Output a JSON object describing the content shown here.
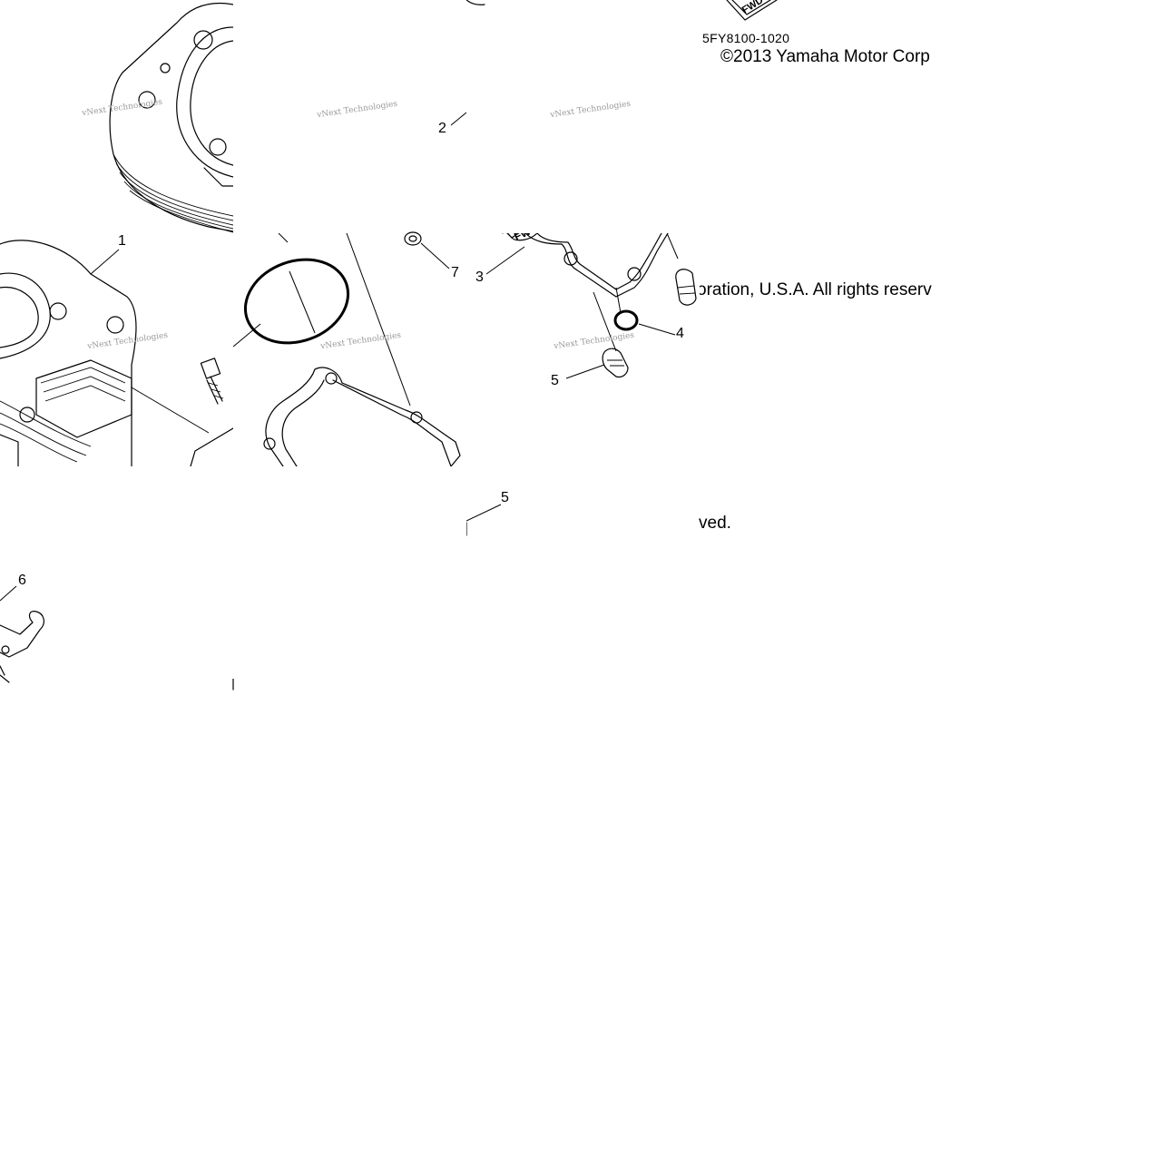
{
  "diagram": {
    "part_code": "5FY8100-1020",
    "copyright_line1": "©2013 Yamaha Motor Corp",
    "copyright_line2": "oration, U.S.A. All rights reserv",
    "copyright_line3": "ved.",
    "fwd_label_top": "FWD",
    "fwd_label_gasket": "FWD",
    "watermark": "vNext Technologies",
    "callouts": {
      "c1": "1",
      "c2": "2",
      "c3": "3",
      "c4": "4",
      "c5a": "5",
      "c5b": "5",
      "c6": "6",
      "c7": "7"
    }
  }
}
